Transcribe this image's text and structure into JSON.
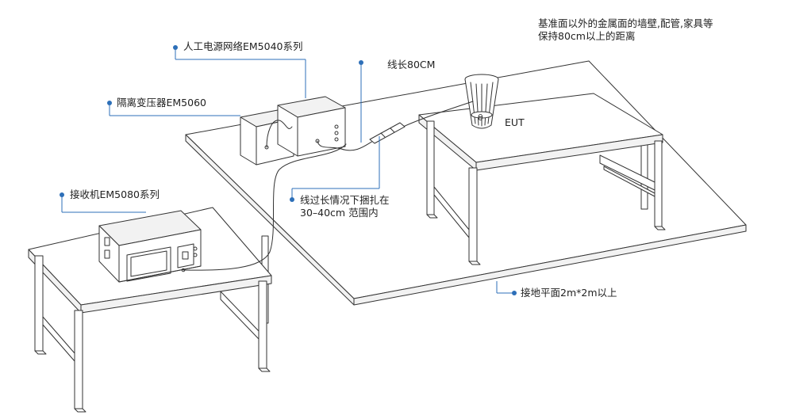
{
  "labels": {
    "lisn": "人工电源网络EM5040系列",
    "transformer": "隔离变压器EM5060",
    "receiver": "接收机EM5080系列",
    "cable_length": "线长80CM",
    "bundle_note": "线过长情况下捆扎在\n30–40cm  范围内",
    "eut": "EUT",
    "ground_plane": "接地平面2m*2m以上",
    "distance_note": "基准面以外的金属面的墙壁,配管,家具等\n保持80cm以上的距离"
  },
  "colors": {
    "accent": "#2d6fb8",
    "line": "#333333"
  }
}
